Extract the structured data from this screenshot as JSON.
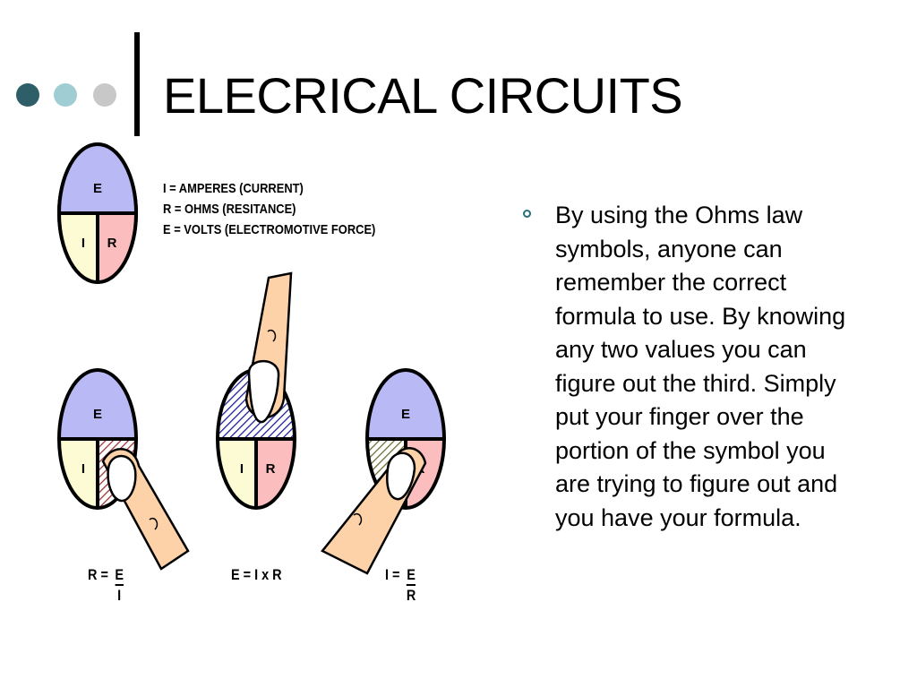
{
  "slide": {
    "title": "ELECRICAL CIRCUITS",
    "colors": {
      "dot_dark": "#2e5f68",
      "dot_mid": "#9fcdd3",
      "dot_light": "#c8c8c8",
      "e_section": "#b9b9f5",
      "i_section": "#fdfbd3",
      "r_section": "#fbbdbd",
      "finger": "#fdd2a8",
      "bullet": "#2a6d7c"
    }
  },
  "legend": {
    "line1": "I  = AMPERES (CURRENT)",
    "line2": "R = OHMS (RESITANCE)",
    "line3": "E = VOLTS (ELECTROMOTIVE FORCE)"
  },
  "symbols": {
    "e": "E",
    "i": "I",
    "r": "R"
  },
  "formulas": {
    "resistance_left": "R =",
    "resistance_num": "E",
    "resistance_den": "I",
    "voltage": "E = I x R",
    "current_left": "I  =",
    "current_num": "E",
    "current_den": "R"
  },
  "bullet": {
    "text": "By using the Ohms law symbols, anyone can remember the correct formula to use. By knowing any two values you can figure out the third. Simply put your finger over the portion of the symbol you are trying to figure out and you have your formula."
  }
}
